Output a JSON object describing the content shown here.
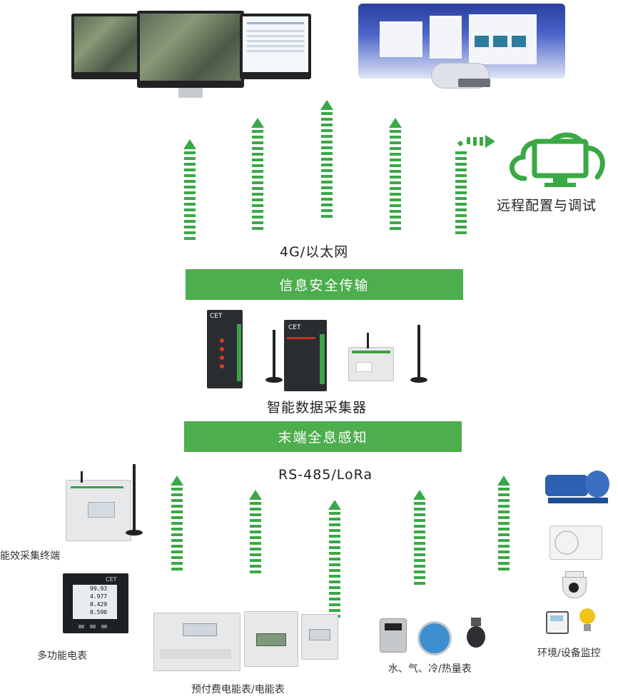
{
  "labels": {
    "remote_config": "远程配置与调试",
    "network": "4G/以太网",
    "secure_transfer": "信息安全传输",
    "collector": "智能数据采集器",
    "terminal_sensing": "末端全息感知",
    "bus": "RS-485/LoRa",
    "energy_terminal": "能效采集终端",
    "multifunction_meter": "多功能电表",
    "prepaid_meter": "预付费电能表/电能表",
    "utility_meters": "水、气、冷/热量表",
    "env_monitor": "环境/设备监控"
  },
  "meter_display": {
    "v1": "99.93",
    "v2": "4.977",
    "v3": "0.429",
    "v4": "0.590"
  },
  "device_brand": "CET",
  "colors": {
    "accent_green": "#4cae4c",
    "arrow_green": "#3aa845"
  }
}
